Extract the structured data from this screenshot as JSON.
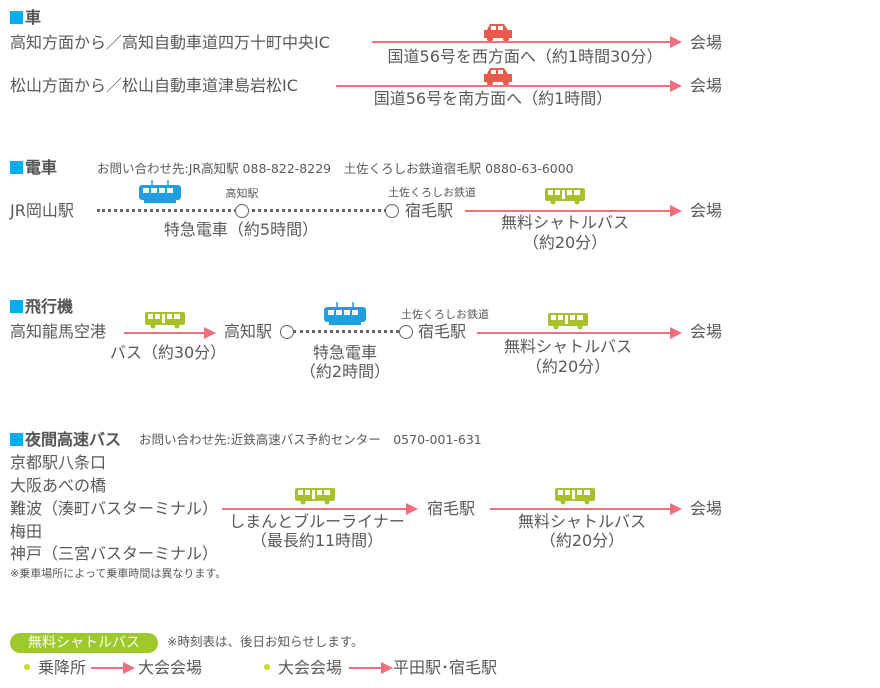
{
  "car": {
    "heading": "車",
    "routes": [
      {
        "from": "高知方面から／高知自動車道四万十町中央IC",
        "via": "国道56号を西方面へ（約1時間30分）",
        "to": "会場"
      },
      {
        "from": "松山方面から／松山自動車道津島岩松IC",
        "via": "国道56号を南方面へ（約1時間）",
        "to": "会場"
      }
    ]
  },
  "train": {
    "heading": "電車",
    "contact": "お問い合わせ先:JR高知駅 088-822-8229　土佐くろしお鉄道宿毛駅 0880-63-6000",
    "start": "JR岡山駅",
    "transfer_label": "高知駅",
    "line_label": "土佐くろしお鉄道",
    "station": "宿毛駅",
    "leg1": "特急電車（約5時間）",
    "leg2_line1": "無料シャトルバス",
    "leg2_line2": "（約20分）",
    "to": "会場"
  },
  "plane": {
    "heading": "飛行機",
    "start": "高知龍馬空港",
    "leg1": "バス（約30分）",
    "transfer": "高知駅",
    "line_label": "土佐くろしお鉄道",
    "station": "宿毛駅",
    "leg2_line1": "特急電車",
    "leg2_line2": "（約2時間）",
    "leg3_line1": "無料シャトルバス",
    "leg3_line2": "（約20分）",
    "to": "会場"
  },
  "nightbus": {
    "heading": "夜間高速バス",
    "contact": "お問い合わせ先:近鉄高速バス予約センター　0570-001-631",
    "origins": [
      "京都駅八条口",
      "大阪あべの橋",
      "難波（湊町バスターミナル）",
      "梅田",
      "神戸（三宮バスターミナル）"
    ],
    "note": "※乗車場所によって乗車時間は異なります。",
    "leg1_line1": "しまんとブルーライナー",
    "leg1_line2": "（最長約11時間）",
    "station": "宿毛駅",
    "leg2_line1": "無料シャトルバス",
    "leg2_line2": "（約20分）",
    "to": "会場"
  },
  "shuttle": {
    "badge": "無料シャトルバス",
    "note": "※時刻表は、後日お知らせします。",
    "routes": [
      {
        "from": "乗降所",
        "to": "大会会場"
      },
      {
        "from": "大会会場",
        "to": "平田駅･宿毛駅"
      }
    ]
  },
  "colors": {
    "accent": "#00aeef",
    "arrow": "#ef6f7c",
    "car": "#e95a4c",
    "train": "#1ea0e0",
    "bus": "#a9c02a",
    "badge": "#9dc92a"
  }
}
